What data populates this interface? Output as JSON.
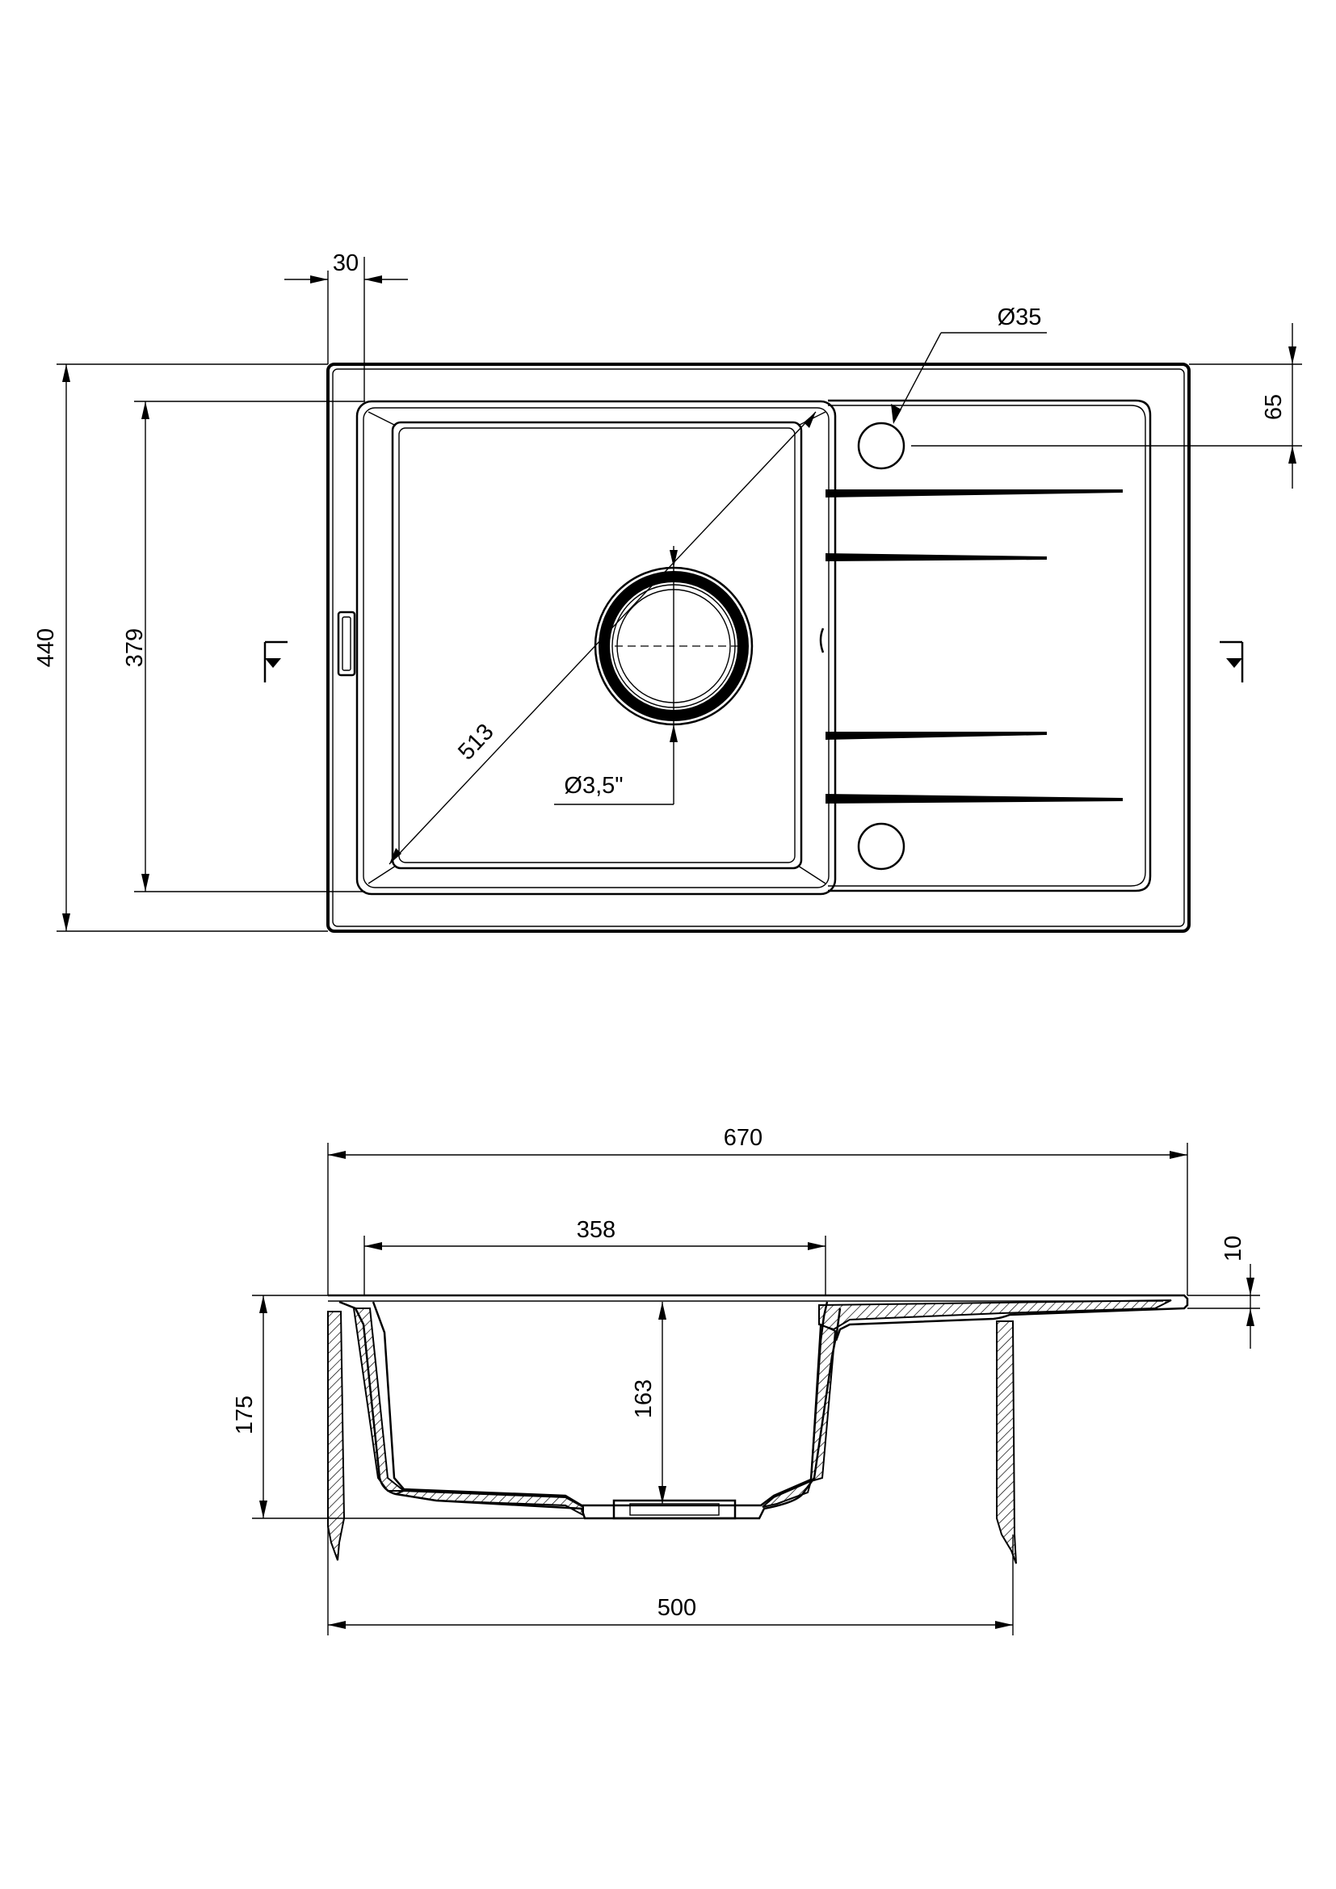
{
  "dimensions": {
    "top_flange_width": "30",
    "drain_hole_diameter": "Ø35",
    "drain_hole_offset": "65",
    "overall_depth": "440",
    "bowl_depth": "379",
    "bowl_diagonal": "513",
    "waste_diameter": "Ø3,5\"",
    "overall_width": "670",
    "bowl_width": "358",
    "lip_thickness": "10",
    "overall_height": "175",
    "bowl_height": "163",
    "cabinet_width": "500"
  }
}
